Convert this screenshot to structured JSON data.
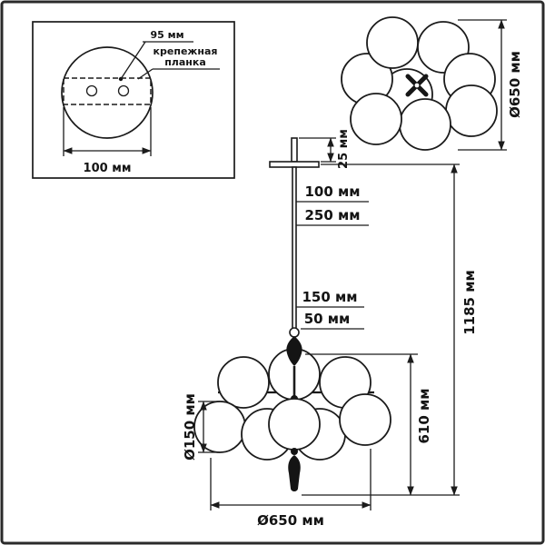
{
  "drawing": {
    "inset": {
      "hole_spacing": "95 мм",
      "plate_label_line1": "крепежная",
      "plate_label_line2": "планка",
      "plate_width": "100 мм"
    },
    "top_view": {
      "diameter": "Ø650 мм"
    },
    "side_view": {
      "canopy_stem": "25 мм",
      "rod_length_min": "100 мм",
      "rod_length_max": "250 мм",
      "stem_lower": "150 мм",
      "stem_tip": "50 мм",
      "total_height": "1185 мм",
      "body_height": "610 мм",
      "globe_diameter": "Ø150 мм",
      "body_width": "Ø650 мм"
    },
    "colors": {
      "line": "#1b1b1b",
      "text": "#141414",
      "background": "#ffffff"
    }
  }
}
